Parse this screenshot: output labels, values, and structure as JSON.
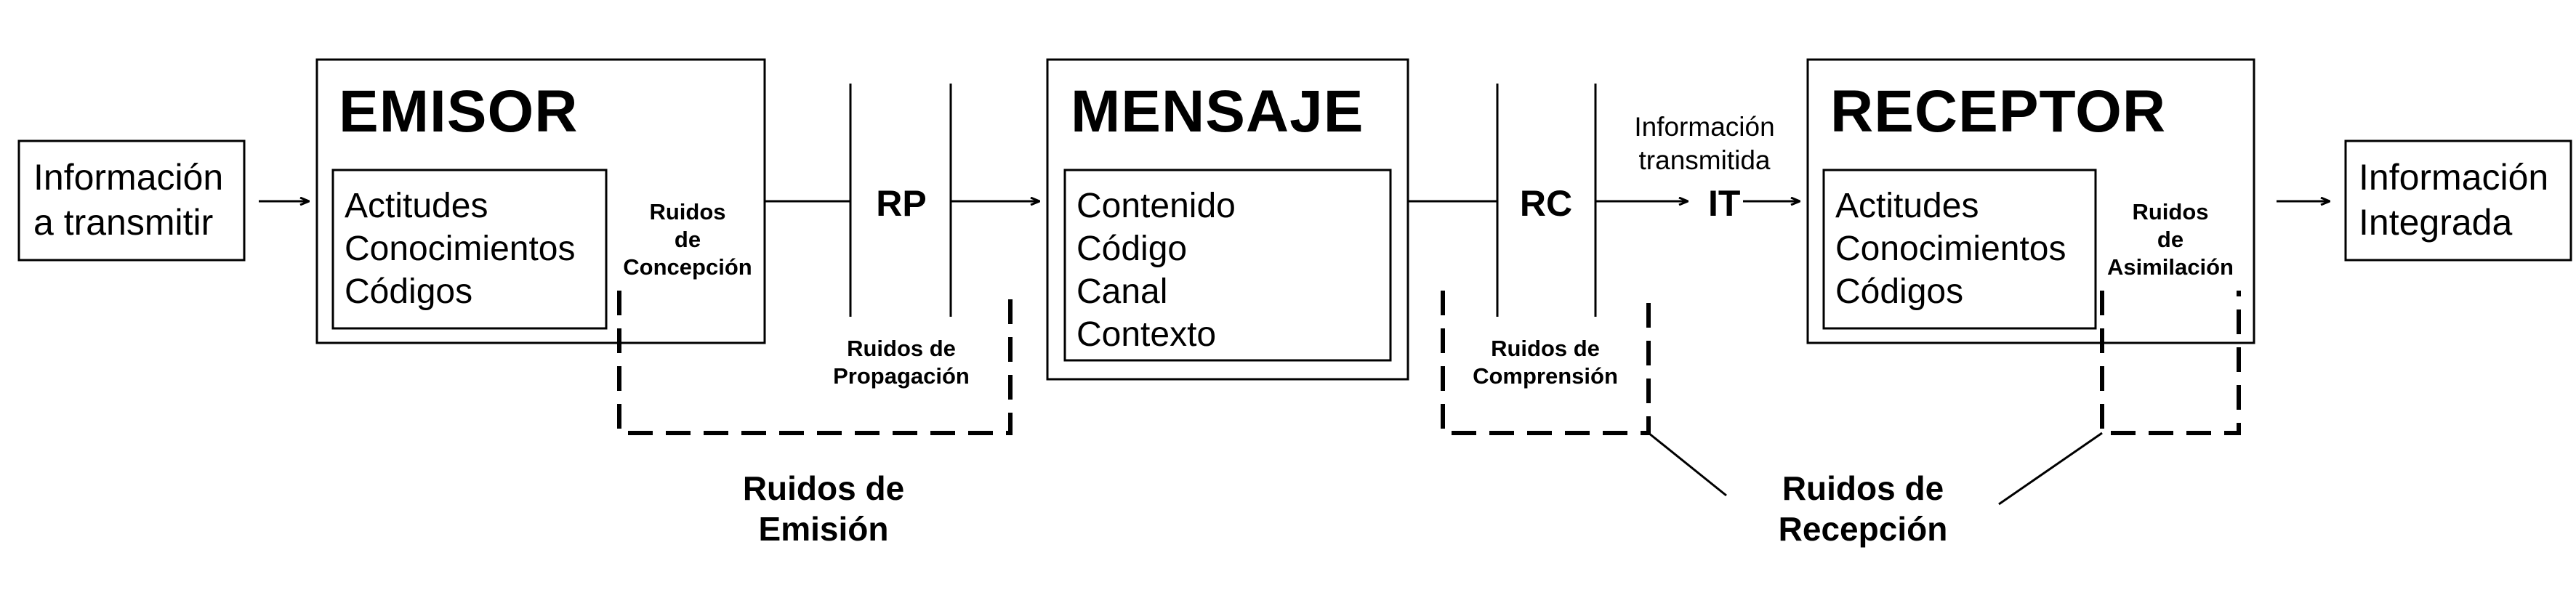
{
  "input": {
    "lines": [
      "Información",
      "a transmitir"
    ]
  },
  "emisor": {
    "title": "EMISOR",
    "items": [
      "Actitudes",
      "Conocimientos",
      "Códigos"
    ],
    "noise_lines": [
      "Ruidos",
      "de",
      "Concepción"
    ]
  },
  "propagation": {
    "code": "RP",
    "noise_lines": [
      "Ruidos de",
      "Propagación"
    ]
  },
  "emission_noise": {
    "lines": [
      "Ruidos de",
      "Emisión"
    ]
  },
  "mensaje": {
    "title": "MENSAJE",
    "items": [
      "Contenido",
      "Código",
      "Canal",
      "Contexto"
    ]
  },
  "comprehension": {
    "code": "RC",
    "noise_lines": [
      "Ruidos de",
      "Comprensión"
    ]
  },
  "transmitted": {
    "lines": [
      "Información",
      "transmitida"
    ],
    "code": "IT"
  },
  "reception_noise": {
    "lines": [
      "Ruidos de",
      "Recepción"
    ]
  },
  "receptor": {
    "title": "RECEPTOR",
    "items": [
      "Actitudes",
      "Conocimientos",
      "Códigos"
    ],
    "noise_lines": [
      "Ruidos",
      "de",
      "Asimilación"
    ]
  },
  "output": {
    "lines": [
      "Información",
      "Integrada"
    ]
  }
}
